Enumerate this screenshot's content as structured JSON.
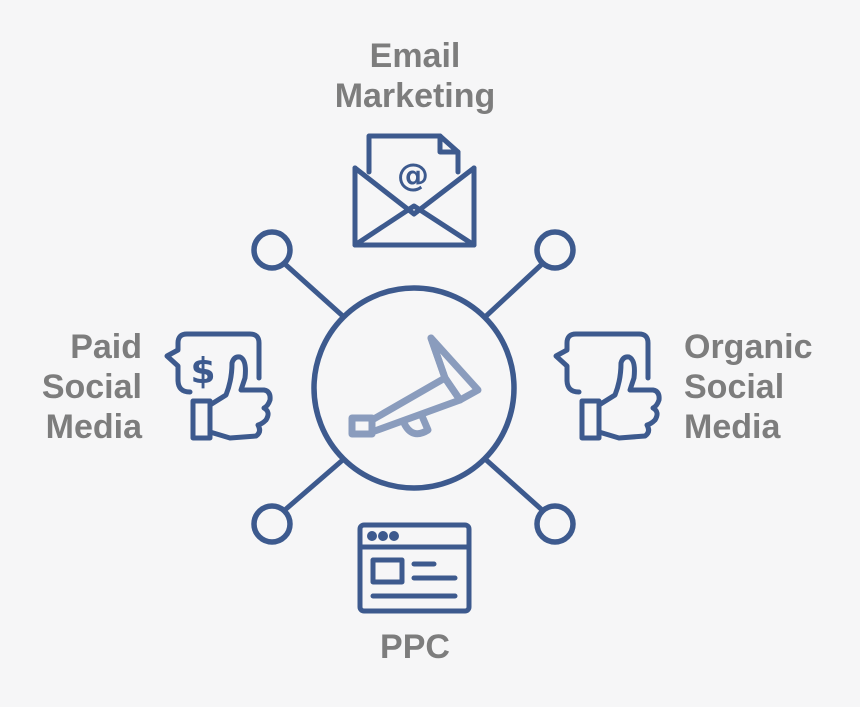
{
  "title_email": [
    "Email",
    "Marketing"
  ],
  "title_paid": [
    "Paid",
    "Social",
    "Media"
  ],
  "title_organic": [
    "Organic",
    "Social",
    "Media"
  ],
  "title_ppc": "PPC",
  "icon_texts": {
    "email_symbol": "@",
    "dollar_symbol": "$"
  },
  "icons": [
    "envelope-icon",
    "megaphone-icon",
    "paid-thumbs-up-icon",
    "organic-thumbs-up-icon",
    "browser-window-icon"
  ],
  "colors": {
    "background": "#f6f6f7",
    "stroke": "#3d5a8e",
    "megaphone": "#8a9cbd",
    "label": "#7d7d7d"
  }
}
